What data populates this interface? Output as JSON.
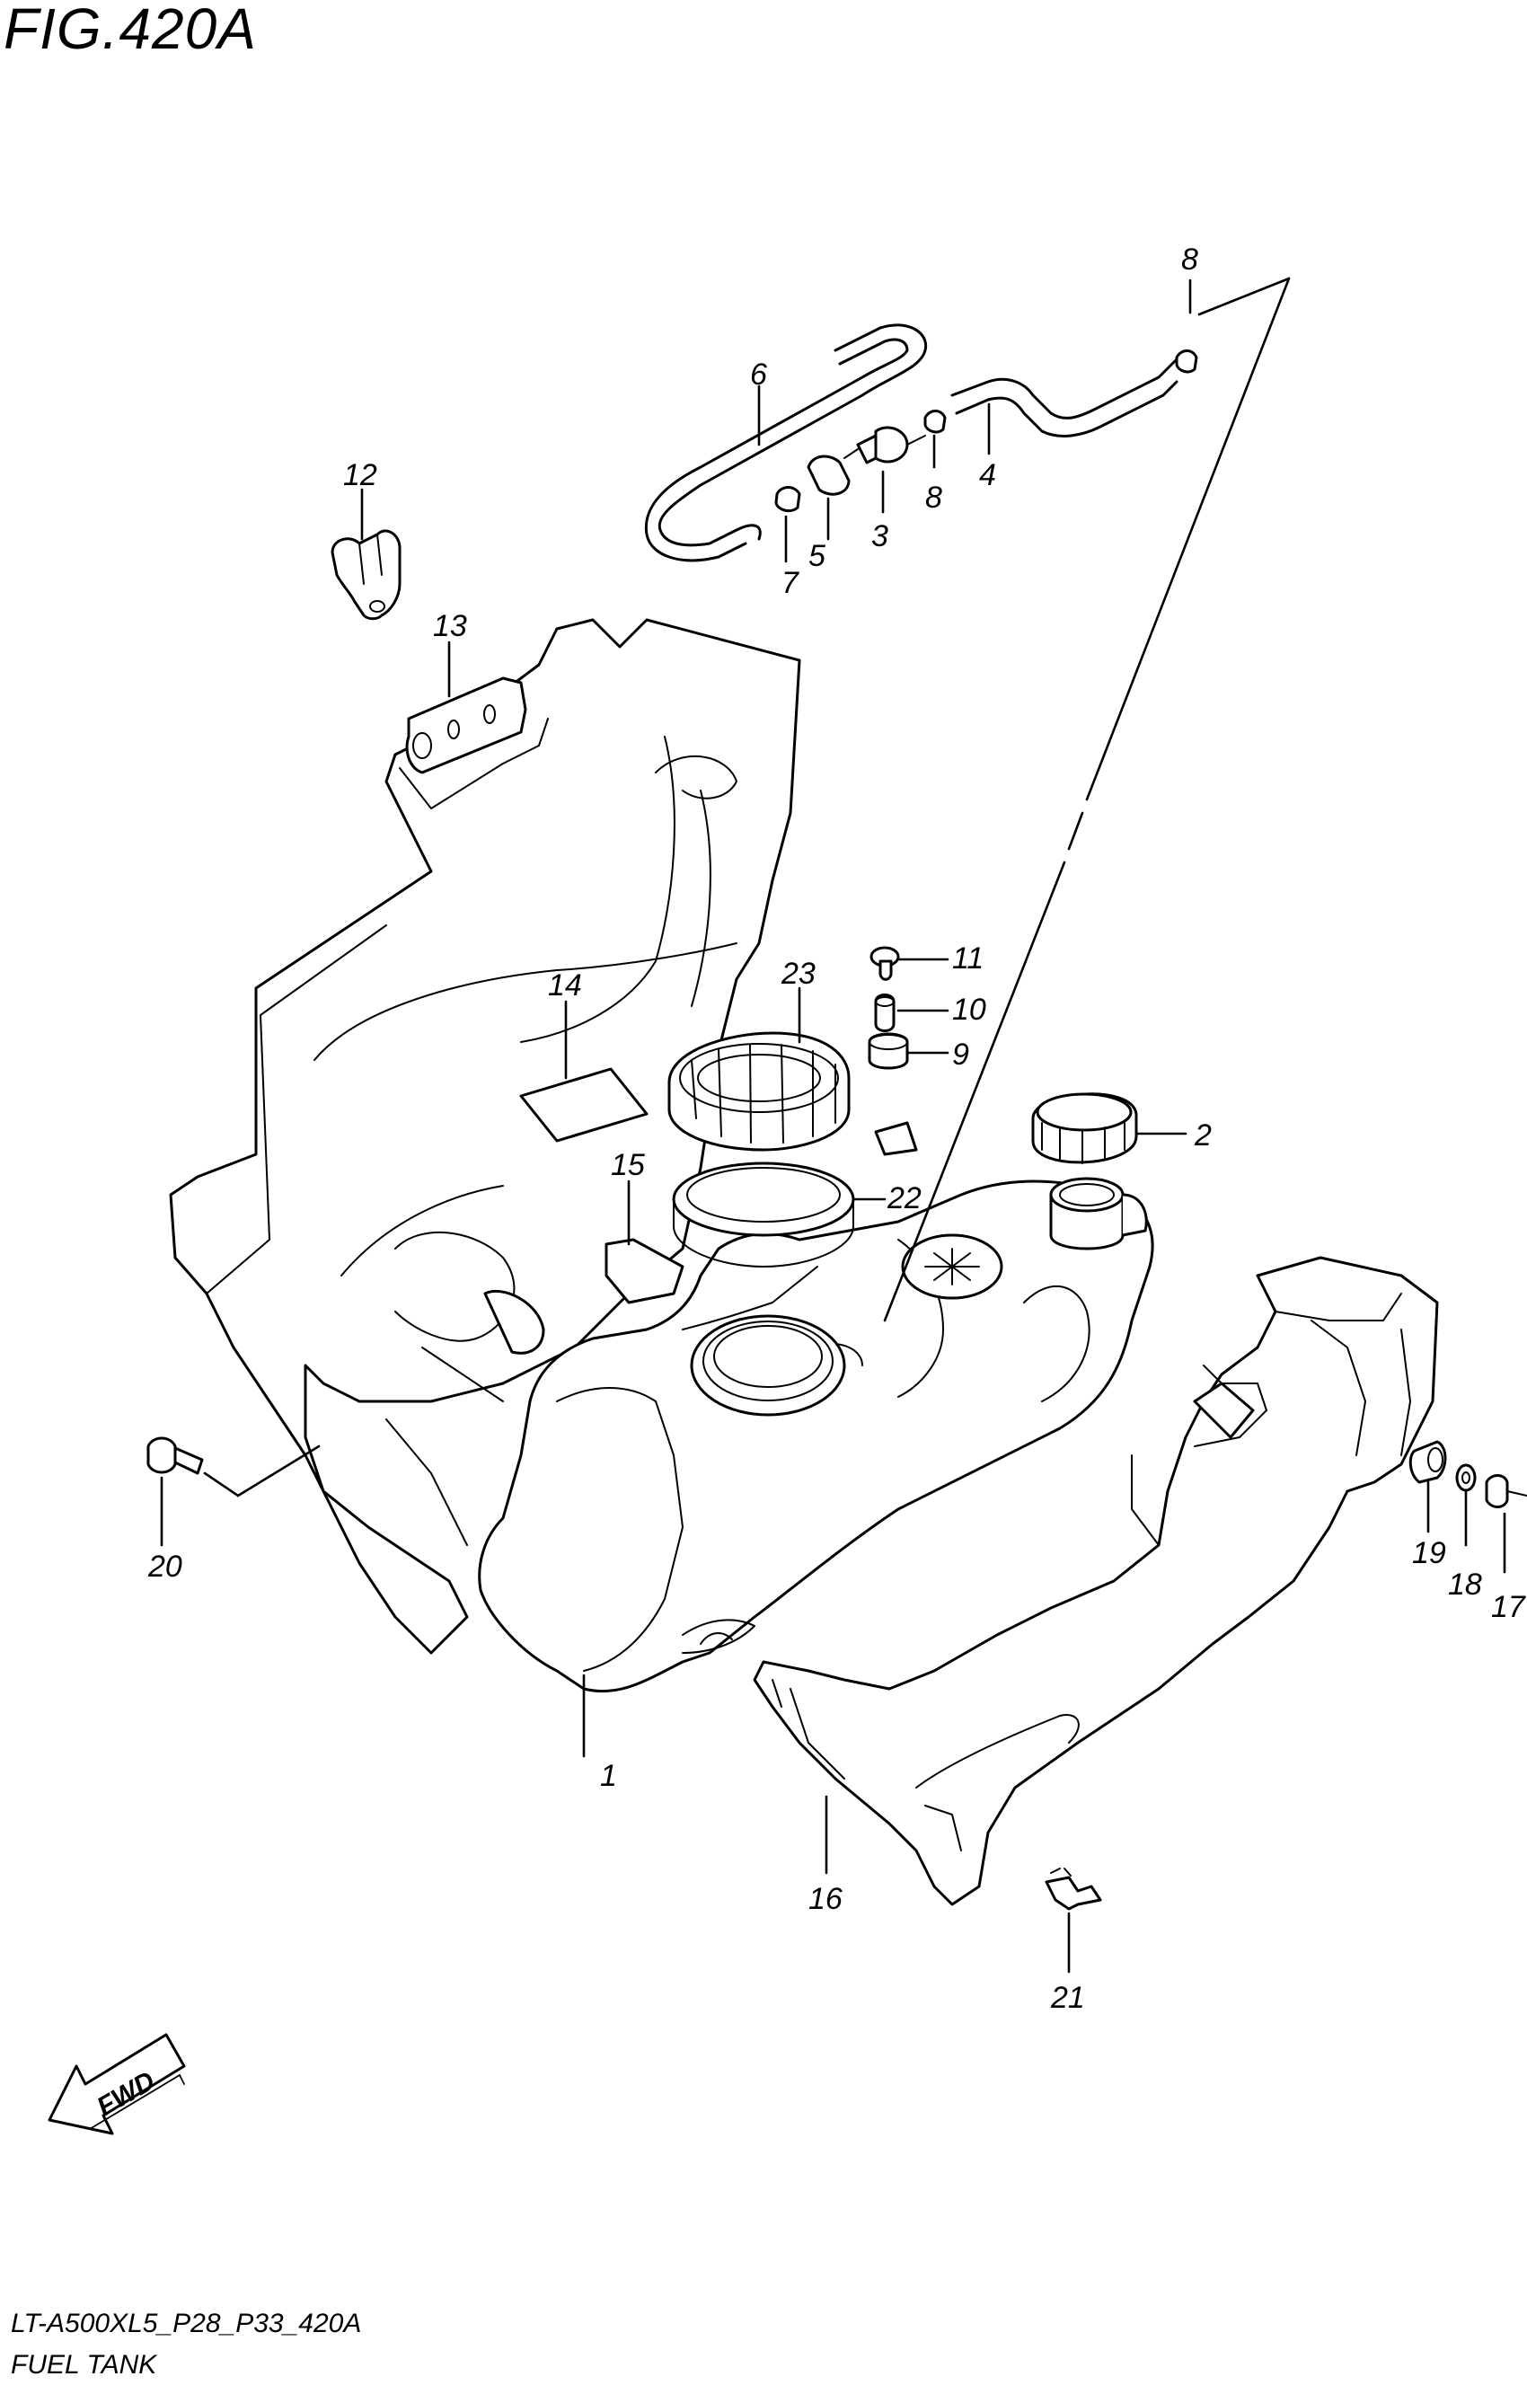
{
  "figure": {
    "title": "FIG.420A",
    "model_code": "LT-A500XL5_P28_P33_420A",
    "section_name": "FUEL TANK",
    "fwd_label": "FWD"
  },
  "callouts": [
    {
      "id": "1",
      "label": "1"
    },
    {
      "id": "2",
      "label": "2"
    },
    {
      "id": "3",
      "label": "3"
    },
    {
      "id": "4",
      "label": "4"
    },
    {
      "id": "5",
      "label": "5"
    },
    {
      "id": "6",
      "label": "6"
    },
    {
      "id": "7",
      "label": "7"
    },
    {
      "id": "8a",
      "label": "8"
    },
    {
      "id": "8b",
      "label": "8"
    },
    {
      "id": "9",
      "label": "9"
    },
    {
      "id": "10",
      "label": "10"
    },
    {
      "id": "11",
      "label": "11"
    },
    {
      "id": "12",
      "label": "12"
    },
    {
      "id": "13",
      "label": "13"
    },
    {
      "id": "14",
      "label": "14"
    },
    {
      "id": "15",
      "label": "15"
    },
    {
      "id": "16",
      "label": "16"
    },
    {
      "id": "17",
      "label": "17"
    },
    {
      "id": "18",
      "label": "18"
    },
    {
      "id": "19",
      "label": "19"
    },
    {
      "id": "20",
      "label": "20"
    },
    {
      "id": "21",
      "label": "21"
    },
    {
      "id": "22",
      "label": "22"
    },
    {
      "id": "23",
      "label": "23"
    }
  ]
}
